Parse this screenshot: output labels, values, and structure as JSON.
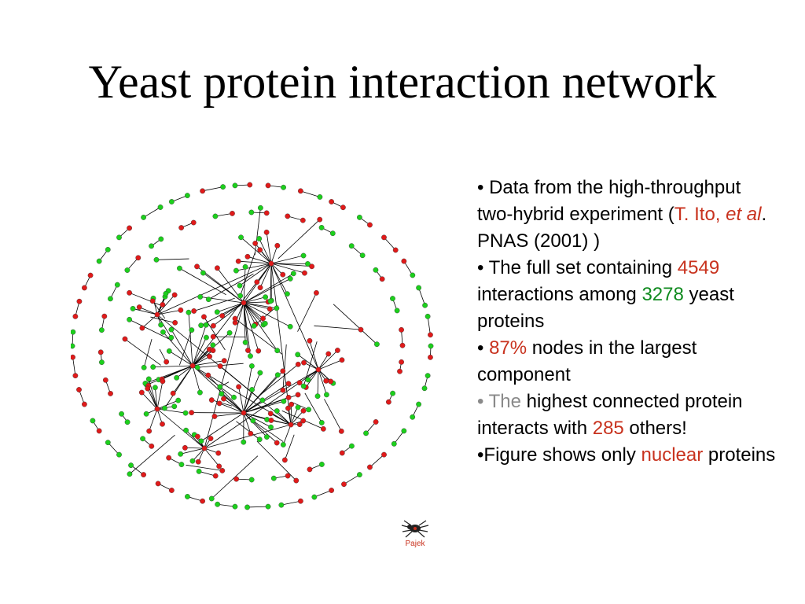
{
  "title": "Yeast protein interaction network",
  "colors": {
    "red_node": "#e01a1a",
    "green_node": "#1ccf1c",
    "edge": "#000000",
    "accent_red": "#c8321e",
    "accent_green": "#0f8a1e",
    "accent_grey": "#8a8a8a"
  },
  "logo": {
    "label": "Pajek",
    "icon": "spider-icon"
  },
  "bullets": [
    {
      "bullet": "• ",
      "seg1": "Data from the high-throughput two-hybrid experiment (",
      "cite_author": "T. Ito, ",
      "cite_etal": "et al",
      "cite_dot": ".",
      "seg2": " PNAS (2001) )"
    },
    {
      "bullet": "• ",
      "seg1": "The full set containing ",
      "num1": "4549",
      "seg2": " interactions among ",
      "num2": "3278",
      "seg3": " yeast proteins"
    },
    {
      "bullet": "• ",
      "pct": "87%",
      "seg1": " nodes in the largest component"
    },
    {
      "bullet": "• ",
      "the": "The",
      "seg1": " highest connected protein interacts with ",
      "num": "285",
      "seg2": " others!"
    },
    {
      "bullet": "•",
      "seg1": "Figure shows only ",
      "kw": "nuclear",
      "seg2": " proteins"
    }
  ]
}
